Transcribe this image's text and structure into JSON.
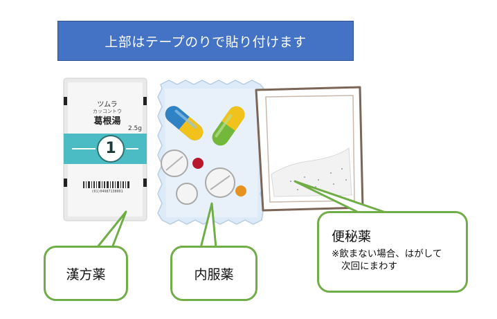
{
  "banner": {
    "text": "上部はテープのりで貼り付けます"
  },
  "kampo_packet": {
    "brand": "ツムラ",
    "reading": "カッコントウ",
    "name": "葛根湯",
    "weight": "2.5g",
    "number": "1",
    "code": "(01)04987138001"
  },
  "callouts": {
    "kampo": "漢方薬",
    "naifuku": "内服薬",
    "benpi_title": "便秘薬",
    "benpi_note_1": "※飲まない場合、はがして",
    "benpi_note_2": "次回にまわす"
  },
  "colors": {
    "banner": "#4472c4",
    "callout_border": "#70ad47",
    "teal_band": "#4bbcc4"
  }
}
